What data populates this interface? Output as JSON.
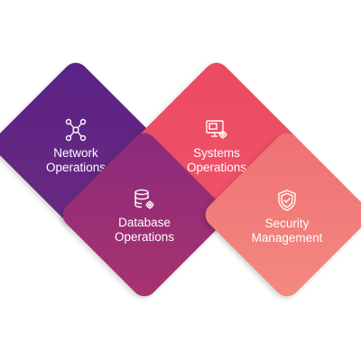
{
  "tiles": {
    "network": {
      "line1": "Network",
      "line2": "Operations",
      "icon": "network-nodes-icon",
      "color": "#5a2286"
    },
    "database": {
      "line1": "Database",
      "line2": "Operations",
      "icon": "database-gear-icon",
      "color": "#a8336e"
    },
    "systems": {
      "line1": "Systems",
      "line2": "Operations",
      "icon": "monitor-gear-icon",
      "color": "#ea4a62"
    },
    "security": {
      "line1": "Security",
      "line2": "Management",
      "icon": "shield-check-icon",
      "color": "#f07073"
    }
  }
}
